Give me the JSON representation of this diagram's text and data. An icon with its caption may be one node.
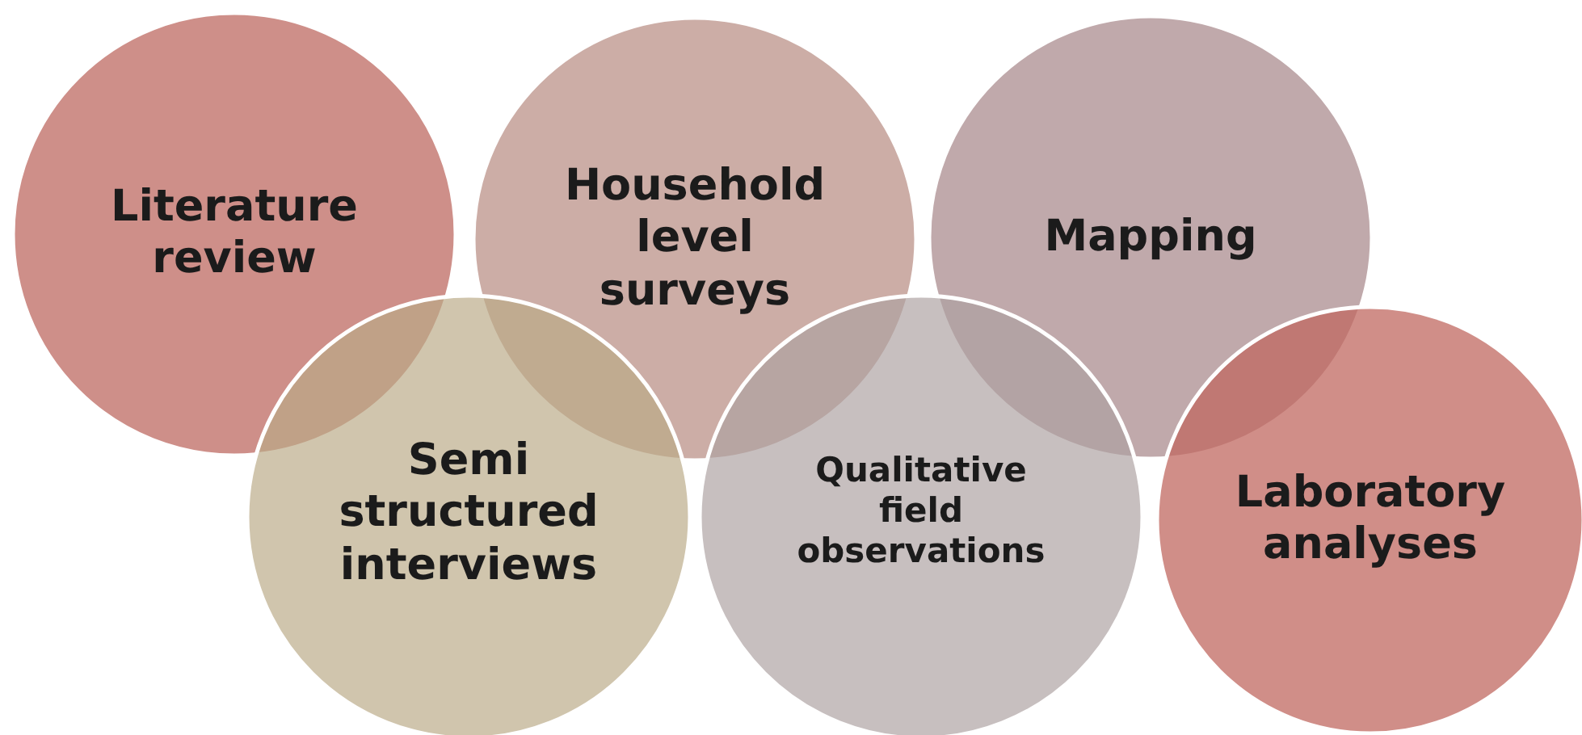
{
  "diagram": {
    "nodes": [
      {
        "text": [
          "Literature review"
        ]
      },
      {
        "text": [
          "Household level surveys"
        ]
      },
      {
        "text": [
          "Mapping"
        ]
      },
      {
        "text": [
          "Semi structured interviews"
        ]
      },
      {
        "text": [
          "Qualitative field observations"
        ]
      },
      {
        "text": [
          "Laboratory analyses"
        ]
      }
    ]
  }
}
